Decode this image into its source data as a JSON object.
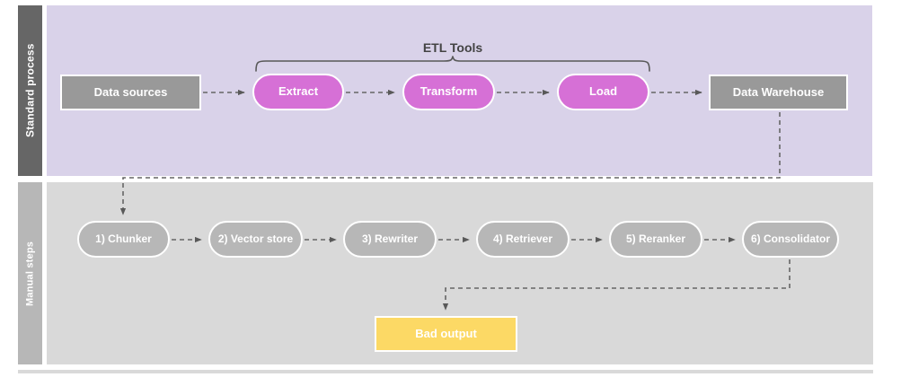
{
  "diagram": {
    "title": "ETL and manual RAG pipeline swimlane diagram",
    "colors": {
      "lane_standard_bg": "#D9D2E9",
      "lane_standard_label_bg": "#666666",
      "lane_manual_bg": "#D9D9D9",
      "lane_manual_label_bg": "#B7B7B7",
      "node_gray": "#999999",
      "node_magenta": "#D670D6",
      "node_pill_gray": "#B7B7B7",
      "node_yellow": "#FCD965",
      "connector": "#666666",
      "text_light": "#FFFFFF",
      "text_dark": "#434343"
    }
  },
  "lanes": [
    {
      "id": "standard",
      "label": "Standard process"
    },
    {
      "id": "manual",
      "label": "Manual steps"
    }
  ],
  "annotations": {
    "etl_tools": "ETL Tools"
  },
  "standard_process": {
    "nodes": [
      {
        "id": "data-sources",
        "label": "Data sources",
        "shape": "rect",
        "color": "#999999"
      },
      {
        "id": "extract",
        "label": "Extract",
        "shape": "pill",
        "color": "#D670D6"
      },
      {
        "id": "transform",
        "label": "Transform",
        "shape": "pill",
        "color": "#D670D6"
      },
      {
        "id": "load",
        "label": "Load",
        "shape": "pill",
        "color": "#D670D6"
      },
      {
        "id": "data-warehouse",
        "label": "Data Warehouse",
        "shape": "rect",
        "color": "#999999"
      }
    ]
  },
  "manual_steps": {
    "nodes": [
      {
        "id": "chunker",
        "label": "1) Chunker",
        "shape": "pill",
        "color": "#B7B7B7"
      },
      {
        "id": "vector-store",
        "label": "2) Vector store",
        "shape": "pill",
        "color": "#B7B7B7"
      },
      {
        "id": "rewriter",
        "label": "3) Rewriter",
        "shape": "pill",
        "color": "#B7B7B7"
      },
      {
        "id": "retriever",
        "label": "4) Retriever",
        "shape": "pill",
        "color": "#B7B7B7"
      },
      {
        "id": "reranker",
        "label": "5) Reranker",
        "shape": "pill",
        "color": "#B7B7B7"
      },
      {
        "id": "consolidator",
        "label": "6) Consolidator",
        "shape": "pill",
        "color": "#B7B7B7"
      }
    ],
    "outcome": {
      "id": "bad-output",
      "label": "Bad output",
      "shape": "rect",
      "color": "#FCD965"
    }
  },
  "edges": [
    {
      "from": "data-sources",
      "to": "extract",
      "style": "dashed"
    },
    {
      "from": "extract",
      "to": "transform",
      "style": "dashed"
    },
    {
      "from": "transform",
      "to": "load",
      "style": "dashed"
    },
    {
      "from": "load",
      "to": "data-warehouse",
      "style": "dashed"
    },
    {
      "from": "data-warehouse",
      "to": "chunker",
      "style": "dashed"
    },
    {
      "from": "chunker",
      "to": "vector-store",
      "style": "dashed"
    },
    {
      "from": "vector-store",
      "to": "rewriter",
      "style": "dashed"
    },
    {
      "from": "rewriter",
      "to": "retriever",
      "style": "dashed"
    },
    {
      "from": "retriever",
      "to": "reranker",
      "style": "dashed"
    },
    {
      "from": "reranker",
      "to": "consolidator",
      "style": "dashed"
    },
    {
      "from": "consolidator",
      "to": "bad-output",
      "style": "dashed"
    }
  ]
}
